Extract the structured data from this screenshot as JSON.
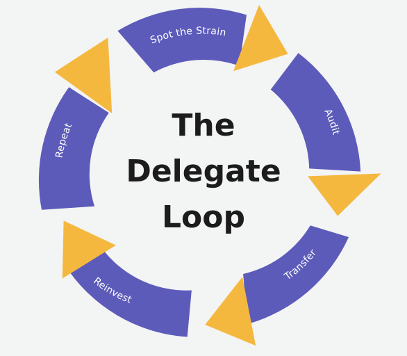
{
  "title_lines": [
    "The",
    "Delegate",
    "Loop"
  ],
  "steps": [
    "Spot the Strain",
    "Audit",
    "Transfer",
    "Reinvest",
    "Repeat"
  ],
  "colors": {
    "background": "#f3f4f4",
    "arc": "#5c5bba",
    "arrow": "#f5b83f",
    "label": "#ffffff",
    "title": "#1c1c1c"
  }
}
